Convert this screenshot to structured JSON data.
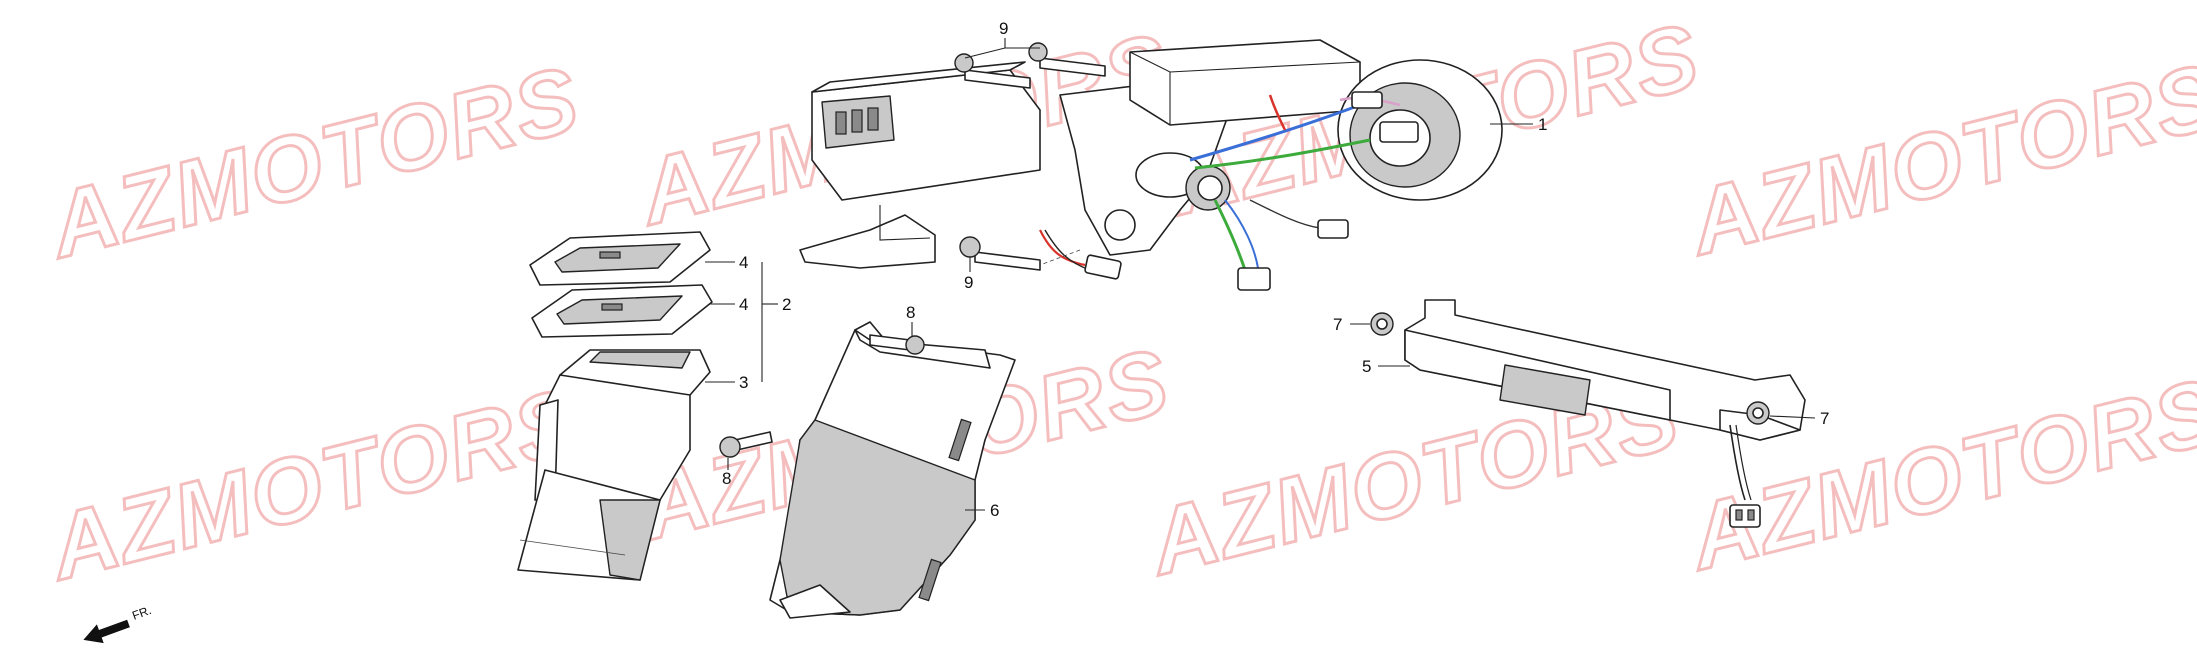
{
  "watermark": {
    "text": "AZMOTORS",
    "color": "#f2a9a9"
  },
  "callouts": {
    "c1": "1",
    "c2": "2",
    "c3": "3",
    "c4a": "4",
    "c4b": "4",
    "c5": "5",
    "c6": "6",
    "c7a": "7",
    "c7b": "7",
    "c8a": "8",
    "c8b": "8",
    "c9a": "9",
    "c9b": "9"
  },
  "direction": {
    "label": "FR.",
    "icon": "arrow-left-icon"
  },
  "wire_colors": {
    "blue": "#3a6fd8",
    "green": "#3cab3c",
    "red": "#d8342c",
    "pink": "#d9a0c8"
  }
}
